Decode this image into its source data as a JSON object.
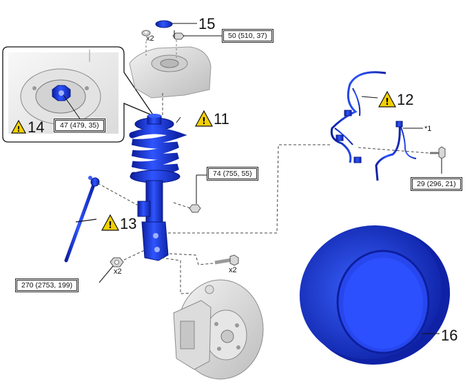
{
  "part_numbers": {
    "p11": "11",
    "p12": "12",
    "p13": "13",
    "p14": "14",
    "p15": "15",
    "p16": "16"
  },
  "torques": {
    "t15": "50 (510, 37)",
    "t14": "47 (479, 35)",
    "t74": "74 (755, 55)",
    "t29": "29 (296, 21)",
    "t270": "270 (2753, 199)"
  },
  "quantities": {
    "q_top_nut": "x2",
    "q_lower_nuts": "x2",
    "q_lower_bolts": "x2"
  },
  "notes": {
    "star1": "*1"
  },
  "colors": {
    "part_blue": "#1f3fd6",
    "part_blue_dark": "#0f22a0",
    "body_gray": "#d9d9d9",
    "warning_yellow": "#f2d000"
  },
  "icons": [
    "warning-icon"
  ]
}
